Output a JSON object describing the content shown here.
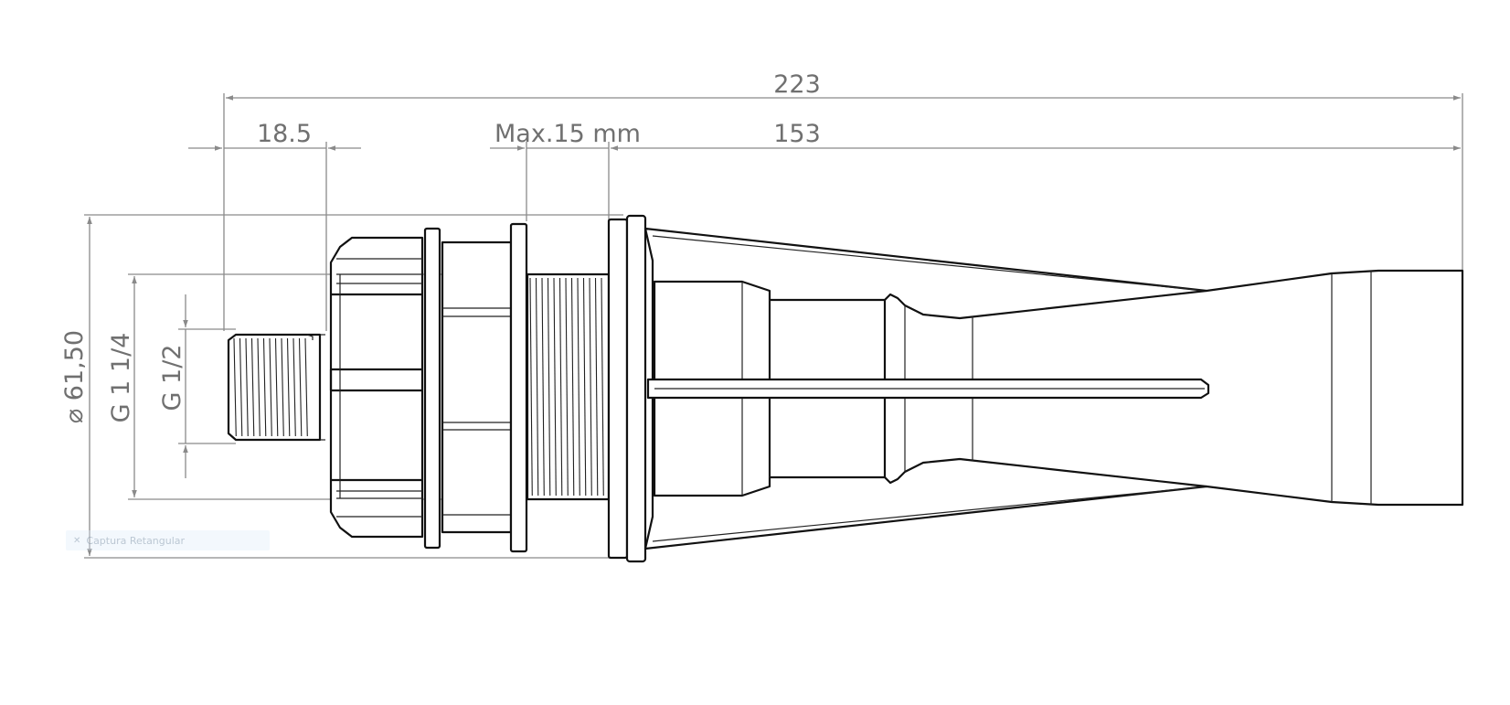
{
  "drawing": {
    "dimensions": {
      "overall_length": "223",
      "thread_length": "18.5",
      "max_wall": "Max.15 mm",
      "body_length": "153",
      "flange_diameter": "⌀ 61,50",
      "outer_thread": "G 1 1/4",
      "inner_thread": "G 1/2"
    }
  },
  "overlay": {
    "close_glyph": "✕",
    "capture_label": "Captura Retangular"
  }
}
